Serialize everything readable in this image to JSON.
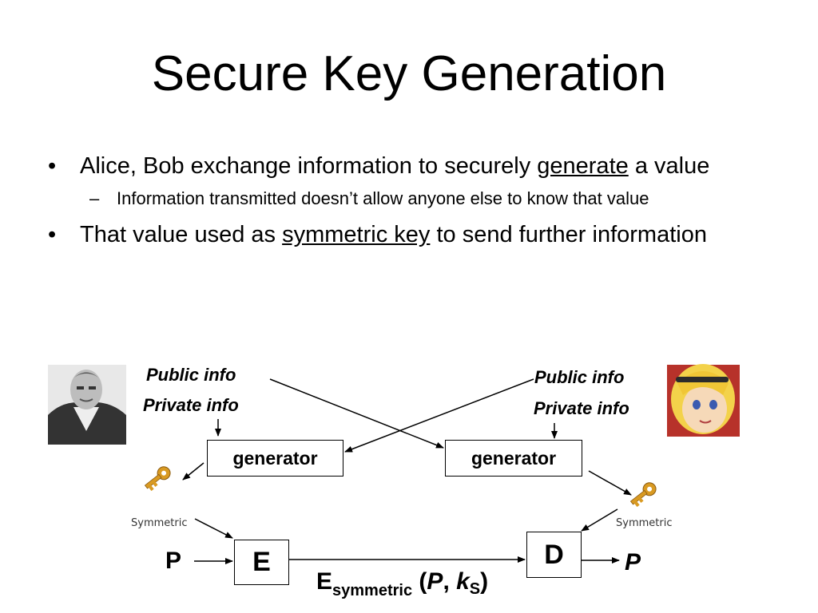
{
  "slide": {
    "title": "Secure Key Generation",
    "bullets": [
      {
        "before": "Alice, Bob exchange information to securely ",
        "underlined": "generate",
        "after": " a value",
        "sub": "Information transmitted doesn’t allow anyone else to know that value"
      },
      {
        "before": "That value used as ",
        "underlined": "symmetric key",
        "after": " to send further information"
      }
    ]
  },
  "diagram": {
    "left_public": "Public info",
    "left_private": "Private info",
    "right_public": "Public info",
    "right_private": "Private info",
    "left_generator": "generator",
    "right_generator": "generator",
    "left_key_label": "Symmetric",
    "right_key_label": "Symmetric",
    "encrypt_box": "E",
    "decrypt_box": "D",
    "plaintext_in": "P",
    "plaintext_out": "P",
    "cipher_main": "E",
    "cipher_sub": "symmetric",
    "cipher_open": "(",
    "cipher_p": "P",
    "cipher_comma": ", ",
    "cipher_k": "k",
    "cipher_ks": "S",
    "cipher_close": ")"
  },
  "icons": {
    "left_person": "bob-portrait-icon",
    "right_person": "alice-portrait-icon",
    "key": "key-icon"
  },
  "colors": {
    "key": "#d99a22"
  }
}
